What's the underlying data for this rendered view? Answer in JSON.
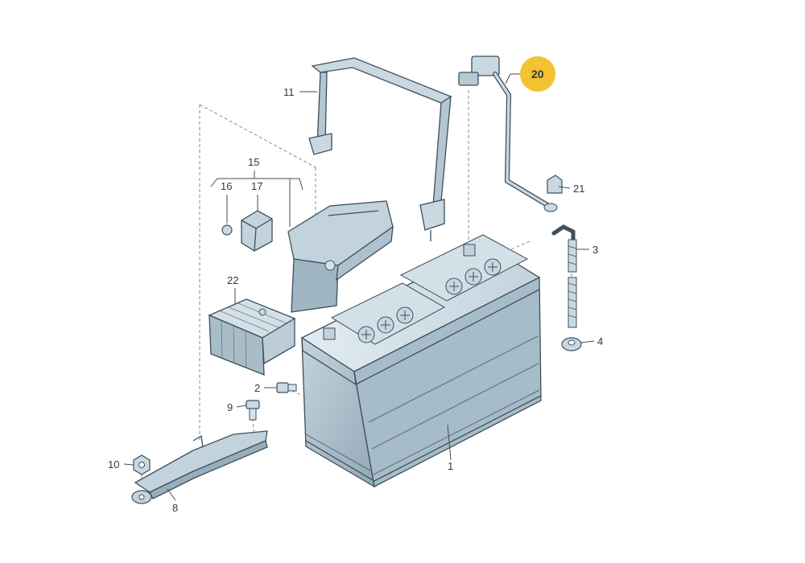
{
  "colors": {
    "part_fill": "#b6c8d3",
    "part_fill_light": "#d5e2ea",
    "part_fill_dark": "#8aa0ae",
    "outline": "#3d4f5c",
    "highlight": "#f2c230"
  },
  "callouts": {
    "c1": "1",
    "c2": "2",
    "c3": "3",
    "c4": "4",
    "c8": "8",
    "c9": "9",
    "c10": "10",
    "c11": "11",
    "c15": "15",
    "c16": "16",
    "c17": "17",
    "c20": "20",
    "c21": "21",
    "c22": "22"
  },
  "highlighted_callout": "20"
}
